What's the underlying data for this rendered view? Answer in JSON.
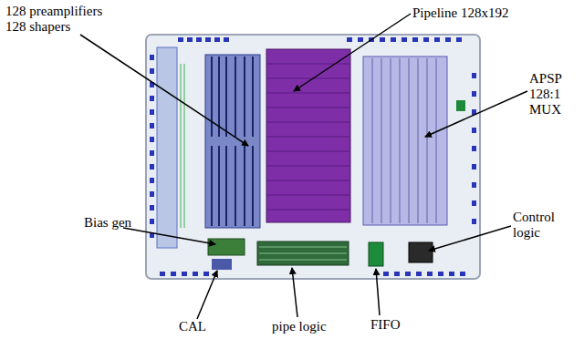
{
  "diagram": {
    "labels": [
      "128 preamplifiers 128 shapers",
      "Pipeline 128x192",
      "APSP 128:1 MUX",
      "Bias gen",
      "Control logic",
      "CAL",
      "pipe logic",
      "FIFO"
    ]
  }
}
